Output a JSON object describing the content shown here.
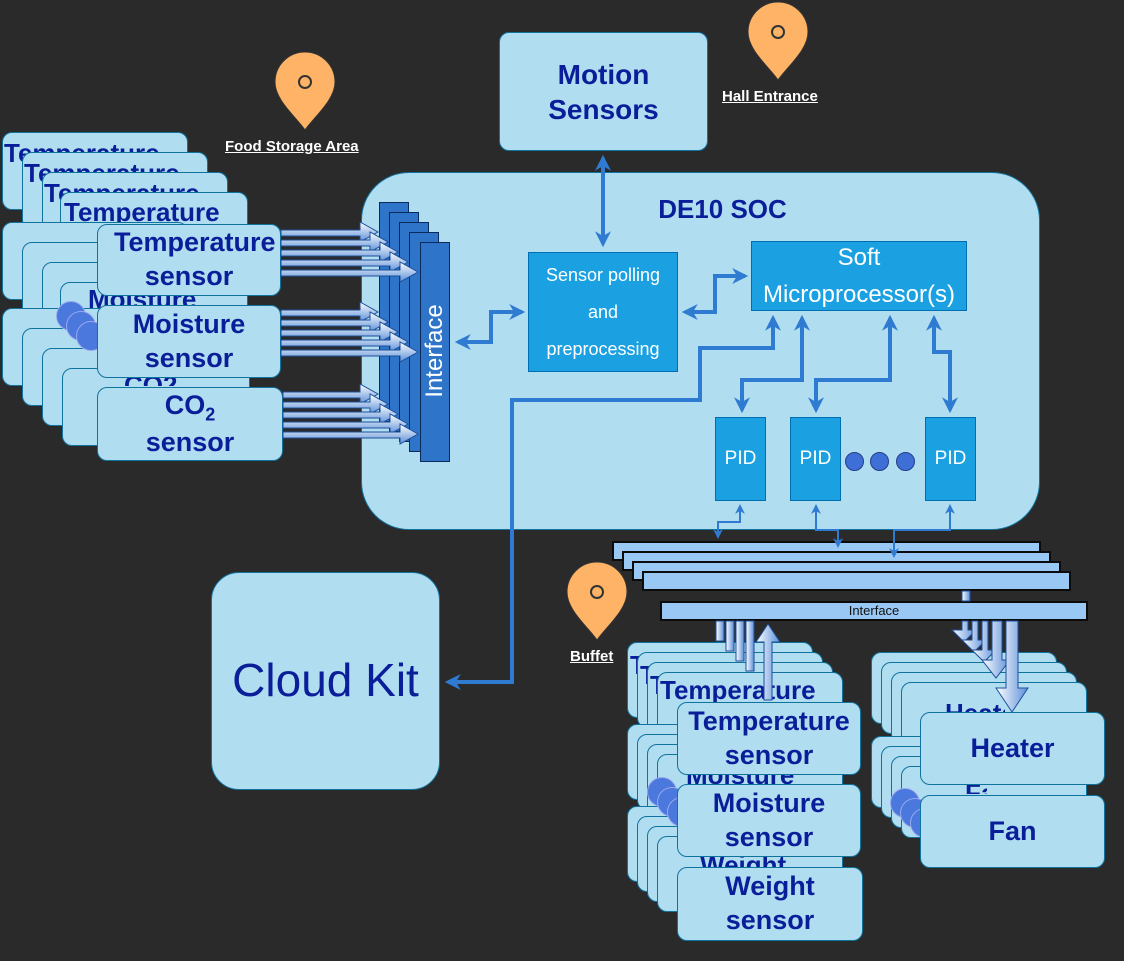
{
  "locations": {
    "food_storage": "Food Storage Area",
    "hall_entrance": "Hall Entrance",
    "buffet": "Buffet"
  },
  "motion": "Motion Sensors",
  "soc": {
    "title": "DE10 SOC",
    "interface": "Interface",
    "polling": "Sensor polling and preprocessing",
    "soft_cpu": "Soft Microprocessor(s)",
    "pid": "PID"
  },
  "cloud": "Cloud Kit",
  "left_sensors": {
    "temperature": "Temperature sensor",
    "moisture": "Moisture sensor",
    "co2_main": "CO",
    "co2_sub": "2",
    "co2_line2": "sensor",
    "stack_temperature": "Temperature",
    "stack_moisture": "Moisture",
    "stack_co2": "CO2"
  },
  "buffet_io": {
    "interface": "Interface",
    "temperature": "Temperature sensor",
    "moisture": "Moisture sensor",
    "weight": "Weight sensor",
    "heater": "Heater",
    "fan": "Fan",
    "stack_temperature": "Temperature",
    "stack_moisture": "Moisture",
    "stack_weight": "Weight",
    "stack_heater": "Heater",
    "stack_fan": "Fan"
  },
  "colors": {
    "background": "#2a2a2a",
    "box_fill": "#b1ddf0",
    "box_text": "#0a1e9a",
    "block_fill": "#1ba1e2",
    "interface_fill": "#2e75c9",
    "connector": "#2f7bd1",
    "pin": "#ffb366"
  }
}
